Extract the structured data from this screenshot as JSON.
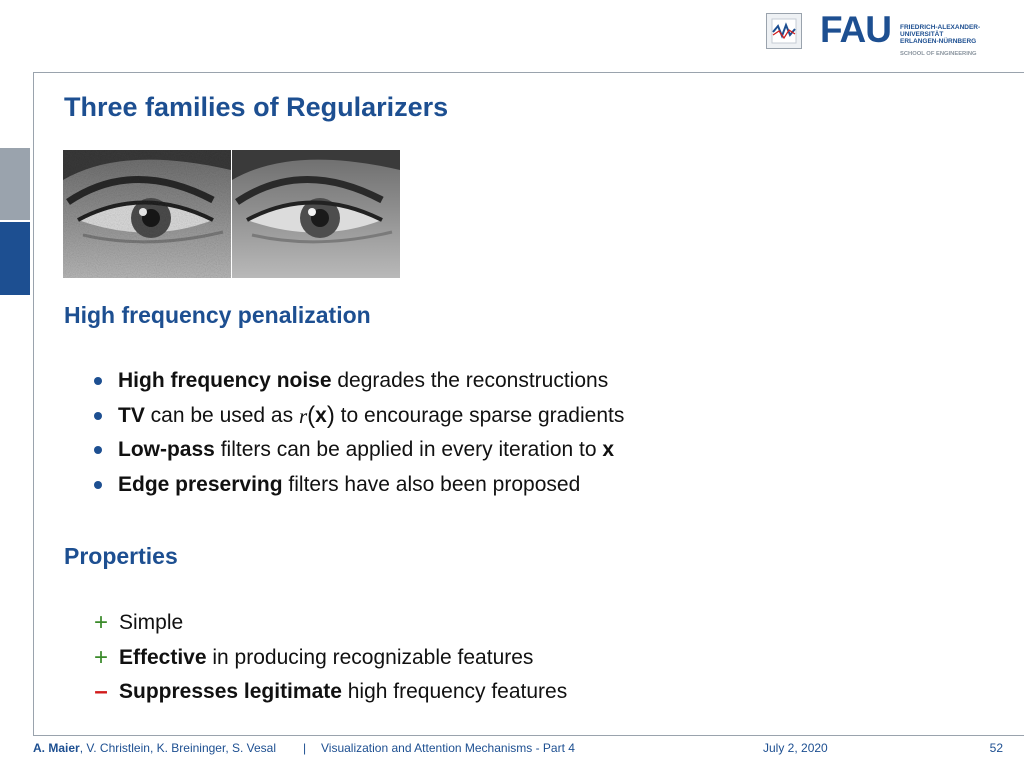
{
  "header": {
    "fau_logo_text": "FAU",
    "university_lines": [
      "FRIEDRICH-ALEXANDER-",
      "UNIVERSITÄT",
      "ERLANGEN-NÜRNBERG"
    ],
    "school": "SCHOOL OF ENGINEERING"
  },
  "slide": {
    "title": "Three families of Regularizers",
    "section1": {
      "heading": "High frequency penalization",
      "bullets": [
        {
          "bold": "High frequency noise",
          "text": " degrades the reconstructions"
        },
        {
          "bold": "TV",
          "text_before": " can be used as ",
          "math_r": "r",
          "math_x": "x",
          "text_after": " to encourage sparse gradients"
        },
        {
          "bold": "Low-pass",
          "text": " filters can be applied in every iteration to ",
          "tail_bold": "x"
        },
        {
          "bold": "Edge preserving",
          "text": " filters have also been proposed"
        }
      ]
    },
    "section2": {
      "heading": "Properties",
      "items": [
        {
          "sign": "+",
          "bold": "",
          "text": "Simple"
        },
        {
          "sign": "+",
          "bold": "Effective",
          "text": " in producing recognizable features"
        },
        {
          "sign": "–",
          "bold": "Suppresses legitimate",
          "text": " high frequency features"
        }
      ]
    }
  },
  "footer": {
    "author_bold": "A. Maier",
    "authors_rest": ", V. Christlein, K. Breininger, S. Vesal",
    "separator": "|",
    "lecture": "Visualization and Attention Mechanisms - Part 4",
    "date": "July 2, 2020",
    "page": "52"
  },
  "colors": {
    "brand_blue": "#1d4f91",
    "gray": "#9aa3ad",
    "plus_green": "#3a8a2a",
    "minus_red": "#d11b1b"
  }
}
